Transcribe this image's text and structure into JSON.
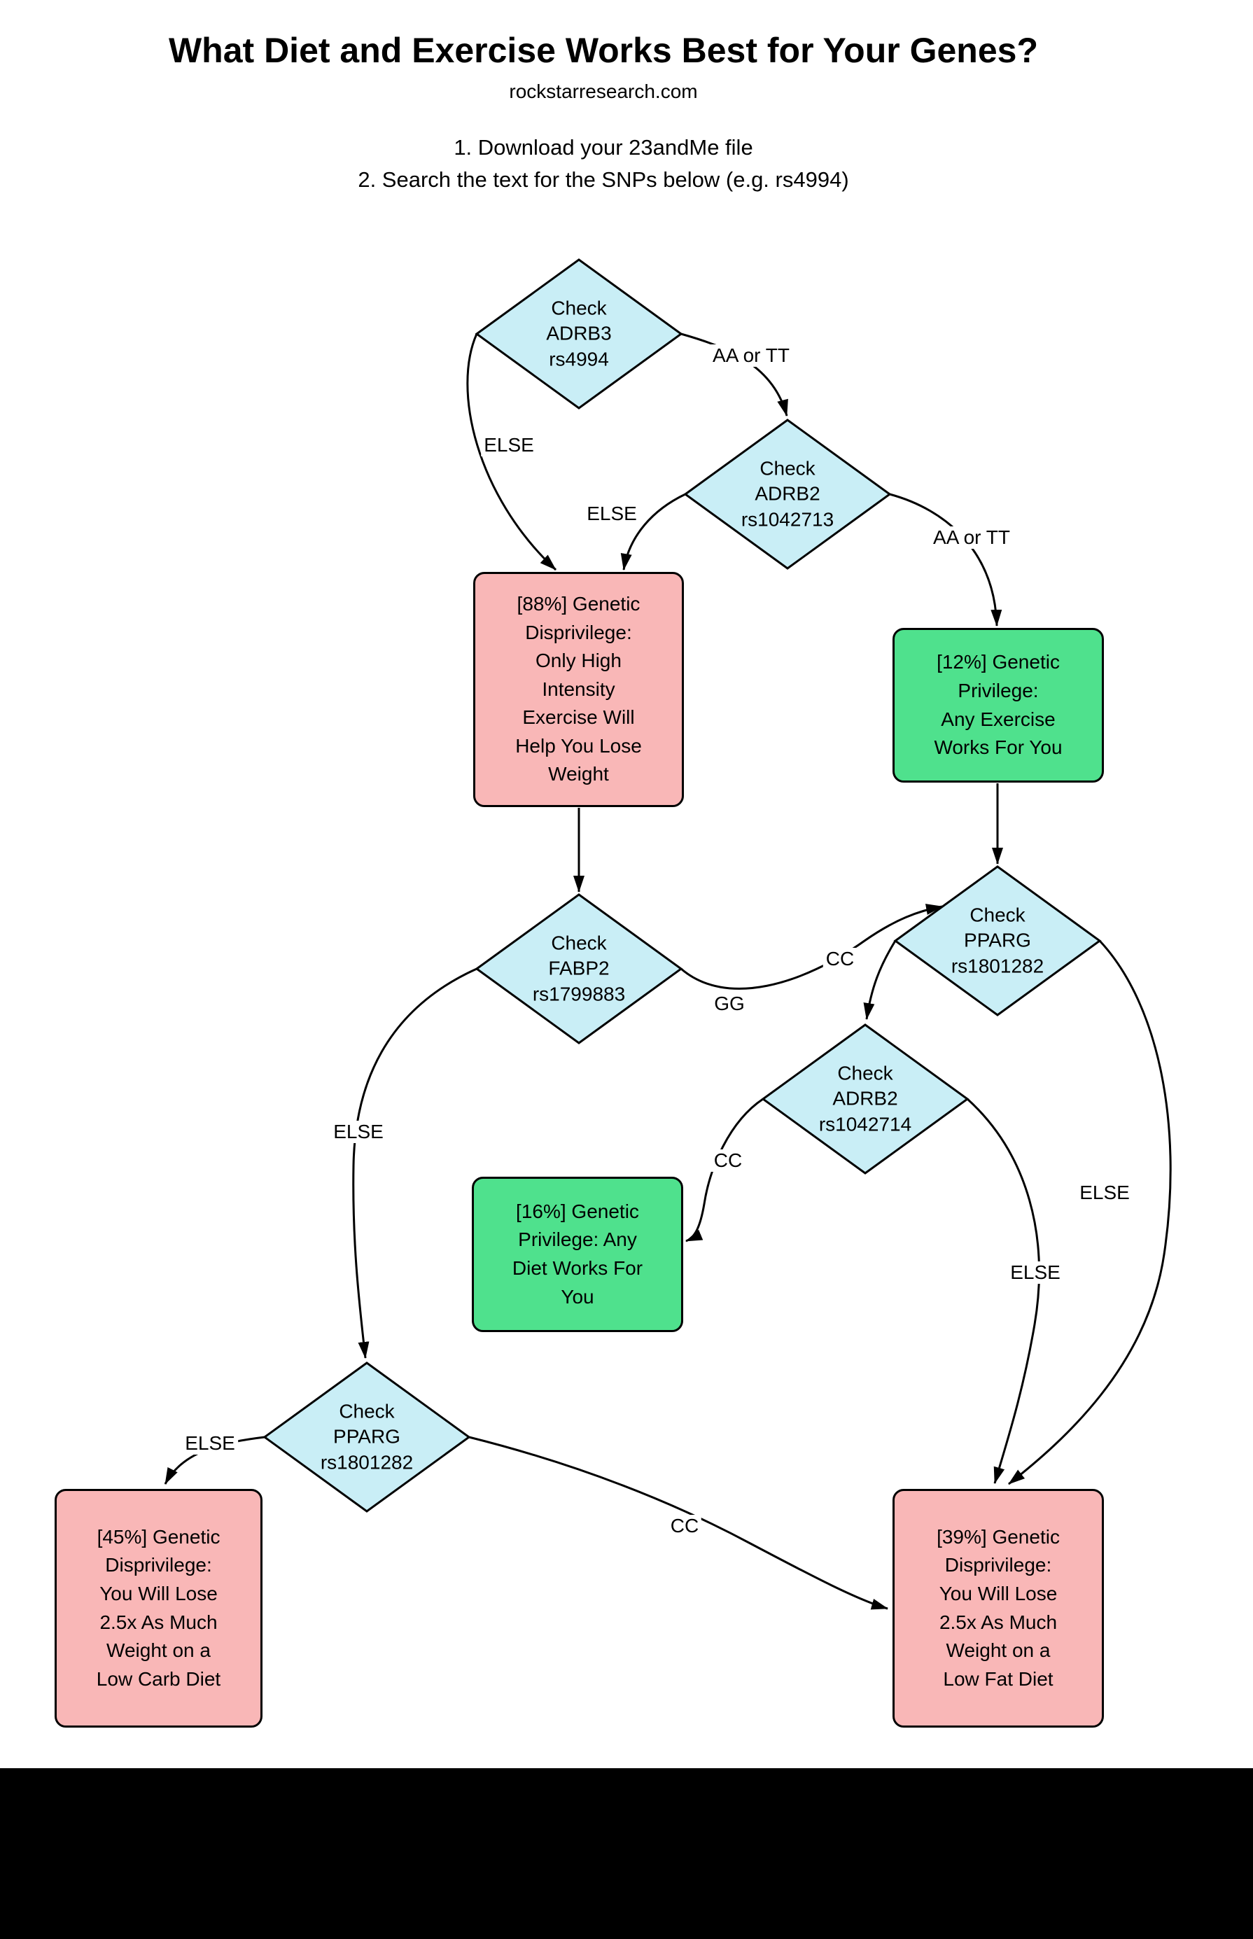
{
  "header": {
    "title": "What Diet and Exercise Works Best for Your Genes?",
    "site": "rockstarresearch.com",
    "step1": "1. Download your 23andMe file",
    "step2": "2. Search the text for the SNPs below (e.g. rs4994)"
  },
  "nodes": {
    "check_adrb3_rs4994": "Check\nADRB3\nrs4994",
    "check_adrb2_rs1042713": "Check\nADRB2\nrs1042713",
    "check_fabp2_rs1799883": "Check\nFABP2\nrs1799883",
    "check_pparg_rs1801282_upper": "Check\nPPARG\nrs1801282",
    "check_adrb2_rs1042714": "Check\nADRB2\nrs1042714",
    "check_pparg_rs1801282_lower": "Check\nPPARG\nrs1801282",
    "result_88": "[88%] Genetic\nDisprivilege:\nOnly High\nIntensity\nExercise Will\nHelp You Lose\nWeight",
    "result_12": "[12%] Genetic\nPrivilege:\nAny Exercise\nWorks For You",
    "result_16": "[16%] Genetic\nPrivilege: Any\nDiet Works For\nYou",
    "result_45": "[45%] Genetic\nDisprivilege:\nYou Will Lose\n2.5x As Much\nWeight on a\nLow Carb Diet",
    "result_39": "[39%] Genetic\nDisprivilege:\nYou Will Lose\n2.5x As Much\nWeight on a\nLow Fat Diet"
  },
  "edges": {
    "d1_d2": "AA or TT",
    "d1_else": "ELSE",
    "d2_else": "ELSE",
    "d2_green12": "AA or TT",
    "d3_gg": "GG",
    "d4_cc": "CC",
    "d5_cc": "CC",
    "d4_else": "ELSE",
    "d5_else": "ELSE",
    "d3_else": "ELSE",
    "d6_else": "ELSE",
    "d6_cc": "CC"
  },
  "colors": {
    "decision_fill": "#c9eef6",
    "disprivilege_fill": "#f9b7b7",
    "privilege_fill": "#4fe18d",
    "line": "#000000",
    "footer": "#000000"
  }
}
